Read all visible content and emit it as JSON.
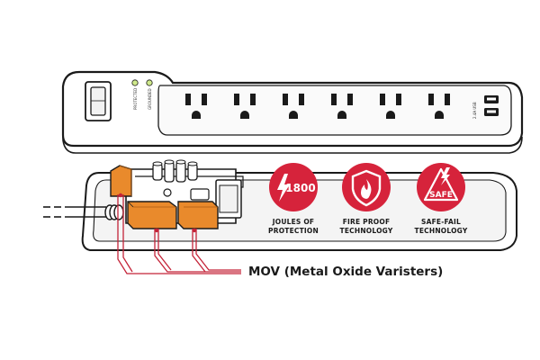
{
  "indicators": {
    "protected": "PROTECTED",
    "grounded": "GROUNDED"
  },
  "usb_label": "2.4A USB",
  "badges": [
    {
      "number": "1800",
      "line1": "JOULES OF",
      "line2": "PROTECTION",
      "icon": "lightning-icon"
    },
    {
      "line1": "FIRE PROOF",
      "line2": "TECHNOLOGY",
      "icon": "flame-shield-icon"
    },
    {
      "badge_text": "SAFE",
      "line1": "SAFE-FAIL",
      "line2": "TECHNOLOGY",
      "icon": "safe-triangle-icon"
    }
  ],
  "callout": {
    "label": "MOV (Metal Oxide Varisters)"
  },
  "colors": {
    "accent_red": "#d6233b",
    "mov_orange": "#e98a2c",
    "outline": "#1a1a1a",
    "leader_red": "#c42338"
  }
}
